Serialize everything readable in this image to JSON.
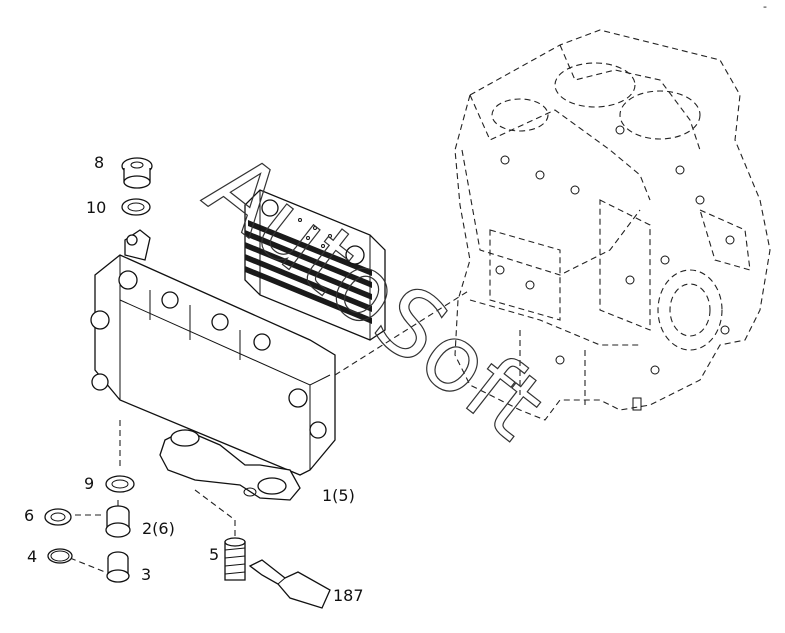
{
  "diagram": {
    "callouts": {
      "c8": "8",
      "c10": "10",
      "c9": "9",
      "c6": "6",
      "c2": "2(6)",
      "c4": "4",
      "c3": "3",
      "c5": "5",
      "c1": "1(5)",
      "c187": "187"
    },
    "corner_mark": "-"
  },
  "watermark": {
    "text": "AutoSoft"
  }
}
